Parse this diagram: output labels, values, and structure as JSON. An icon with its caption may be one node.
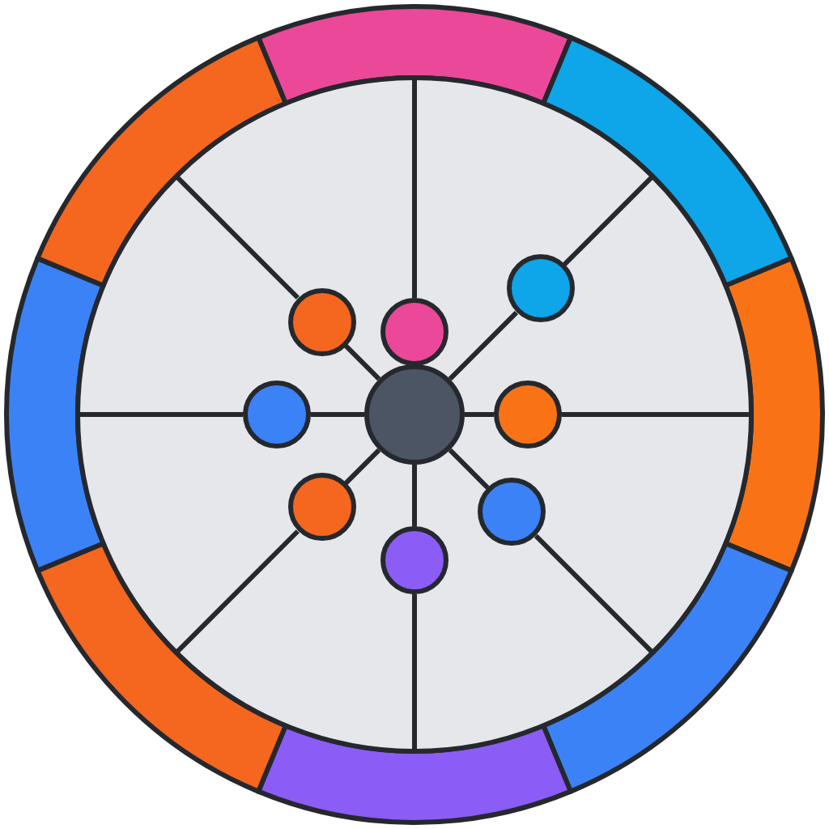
{
  "diagram": {
    "nodes": [
      {
        "text": [],
        "shape": "arc"
      },
      {
        "text": [],
        "shape": "arc"
      },
      {
        "text": [],
        "shape": "arc"
      },
      {
        "text": [],
        "shape": "arc"
      },
      {
        "text": [],
        "shape": "arc"
      },
      {
        "text": [],
        "shape": "arc"
      },
      {
        "text": [],
        "shape": "arc"
      },
      {
        "text": [],
        "shape": "arc"
      },
      {
        "text": [],
        "shape": "circle"
      },
      {
        "text": [],
        "shape": "circle"
      },
      {
        "text": [],
        "shape": "circle"
      },
      {
        "text": [],
        "shape": "circle"
      },
      {
        "text": [],
        "shape": "circle"
      },
      {
        "text": [],
        "shape": "circle"
      },
      {
        "text": [],
        "shape": "circle"
      },
      {
        "text": [],
        "shape": "circle"
      },
      {
        "text": [],
        "shape": "circle"
      }
    ],
    "edges": [
      {
        "from": 9,
        "to": 0,
        "arrow": "none"
      },
      {
        "from": 8,
        "to": 10,
        "arrow": "none"
      },
      {
        "from": 10,
        "to": 1,
        "arrow": "none"
      },
      {
        "from": 8,
        "to": 11,
        "arrow": "none"
      },
      {
        "from": 11,
        "to": 2,
        "arrow": "none"
      },
      {
        "from": 8,
        "to": 12,
        "arrow": "none"
      },
      {
        "from": 12,
        "to": 3,
        "arrow": "none"
      },
      {
        "from": 8,
        "to": 13,
        "arrow": "none"
      },
      {
        "from": 13,
        "to": 4,
        "arrow": "none"
      },
      {
        "from": 8,
        "to": 14,
        "arrow": "none"
      },
      {
        "from": 14,
        "to": 5,
        "arrow": "none"
      },
      {
        "from": 8,
        "to": 15,
        "arrow": "none"
      },
      {
        "from": 15,
        "to": 6,
        "arrow": "none"
      },
      {
        "from": 8,
        "to": 16,
        "arrow": "none"
      },
      {
        "from": 16,
        "to": 7,
        "arrow": "none"
      }
    ]
  }
}
